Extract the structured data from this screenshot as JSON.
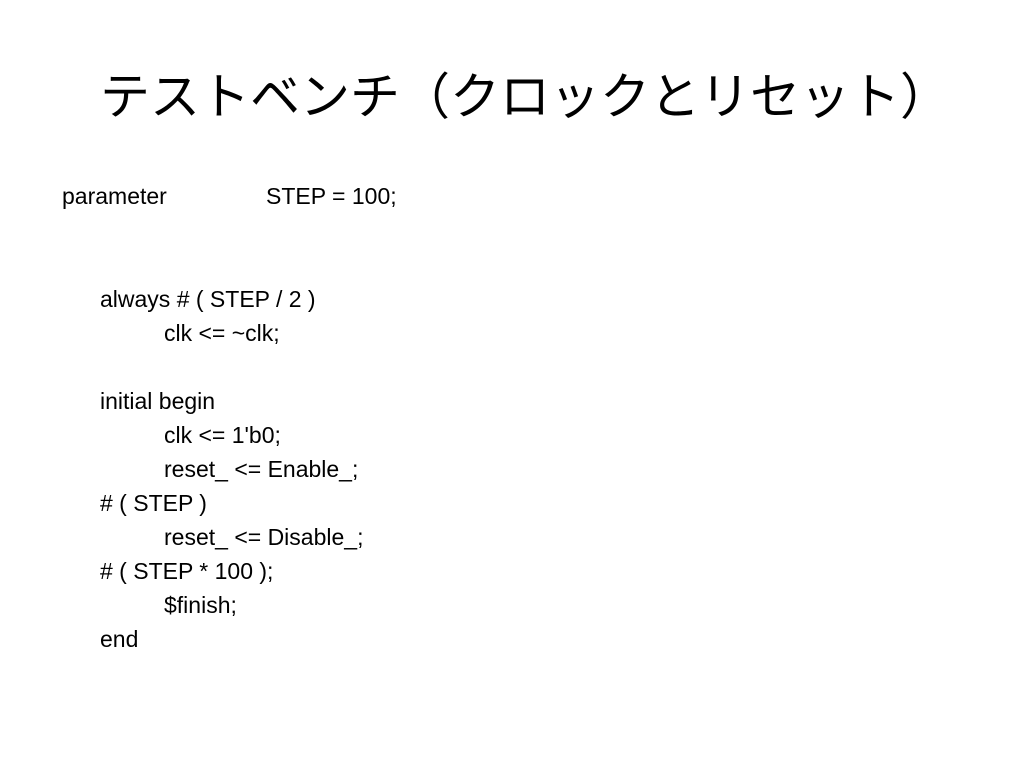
{
  "slide": {
    "title": "テストベンチ（クロックとリセット）",
    "parameter": {
      "keyword": "parameter",
      "statement": "STEP = 100;"
    },
    "code_lines": [
      {
        "text": "always # ( STEP / 2 )",
        "indent": false
      },
      {
        "text": "clk <= ~clk;",
        "indent": true
      },
      {
        "text": "",
        "indent": false
      },
      {
        "text": "initial begin",
        "indent": false
      },
      {
        "text": "clk <= 1'b0;",
        "indent": true
      },
      {
        "text": "reset_ <= Enable_;",
        "indent": true
      },
      {
        "text": "# ( STEP )",
        "indent": false
      },
      {
        "text": "reset_ <= Disable_;",
        "indent": true
      },
      {
        "text": "# ( STEP * 100 );",
        "indent": false
      },
      {
        "text": "$finish;",
        "indent": true
      },
      {
        "text": "end",
        "indent": false
      }
    ]
  }
}
